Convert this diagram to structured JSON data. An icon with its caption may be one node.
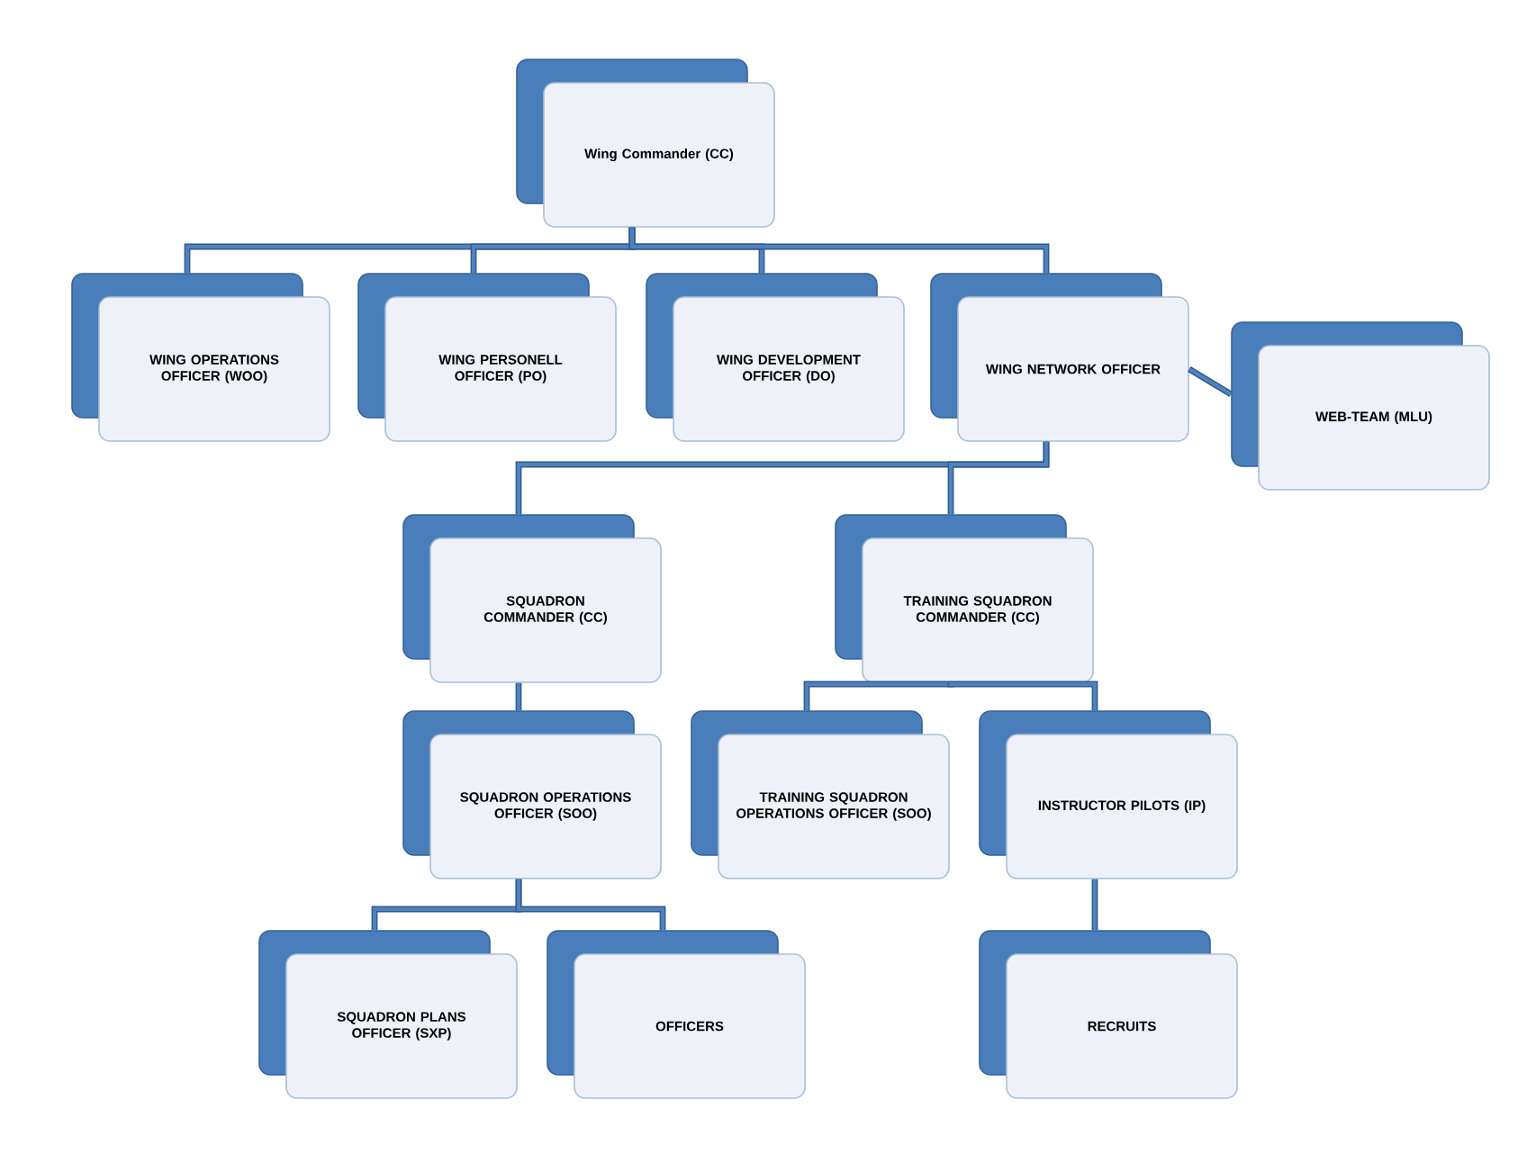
{
  "diagram": {
    "nodes": [
      {
        "text": [
          "Wing Commander (CC)"
        ]
      },
      {
        "text": [
          "WING OPERATIONS OFFICER (WOO)"
        ]
      },
      {
        "text": [
          "WING PERSONELL OFFICER (PO)"
        ]
      },
      {
        "text": [
          "WING DEVELOPMENT OFFICER (DO)"
        ]
      },
      {
        "text": [
          "WING NETWORK OFFICER"
        ]
      },
      {
        "text": [
          "WEB-TEAM (MLU)"
        ]
      },
      {
        "text": [
          "SQUADRON COMMANDER (CC)"
        ]
      },
      {
        "text": [
          "TRAINING SQUADRON COMMANDER (CC)"
        ]
      },
      {
        "text": [
          "SQUADRON OPERATIONS OFFICER (SOO)"
        ]
      },
      {
        "text": [
          "TRAINING SQUADRON OPERATIONS OFFICER (SOO)"
        ]
      },
      {
        "text": [
          "INSTRUCTOR PILOTS (IP)"
        ]
      },
      {
        "text": [
          "SQUADRON PLANS OFFICER (SXP)"
        ]
      },
      {
        "text": [
          "OFFICERS"
        ]
      },
      {
        "text": [
          "RECRUITS"
        ]
      }
    ],
    "edges": [
      {
        "from": 0,
        "to": 1,
        "arrow": "none"
      },
      {
        "from": 0,
        "to": 2,
        "arrow": "none"
      },
      {
        "from": 0,
        "to": 3,
        "arrow": "none"
      },
      {
        "from": 0,
        "to": 4,
        "arrow": "none"
      },
      {
        "from": 4,
        "to": 5,
        "arrow": "none"
      },
      {
        "from": 4,
        "to": 6,
        "arrow": "none"
      },
      {
        "from": 4,
        "to": 7,
        "arrow": "none"
      },
      {
        "from": 6,
        "to": 8,
        "arrow": "none"
      },
      {
        "from": 7,
        "to": 9,
        "arrow": "none"
      },
      {
        "from": 7,
        "to": 10,
        "arrow": "none"
      },
      {
        "from": 8,
        "to": 11,
        "arrow": "none"
      },
      {
        "from": 8,
        "to": 12,
        "arrow": "none"
      },
      {
        "from": 10,
        "to": 13,
        "arrow": "none"
      }
    ]
  }
}
